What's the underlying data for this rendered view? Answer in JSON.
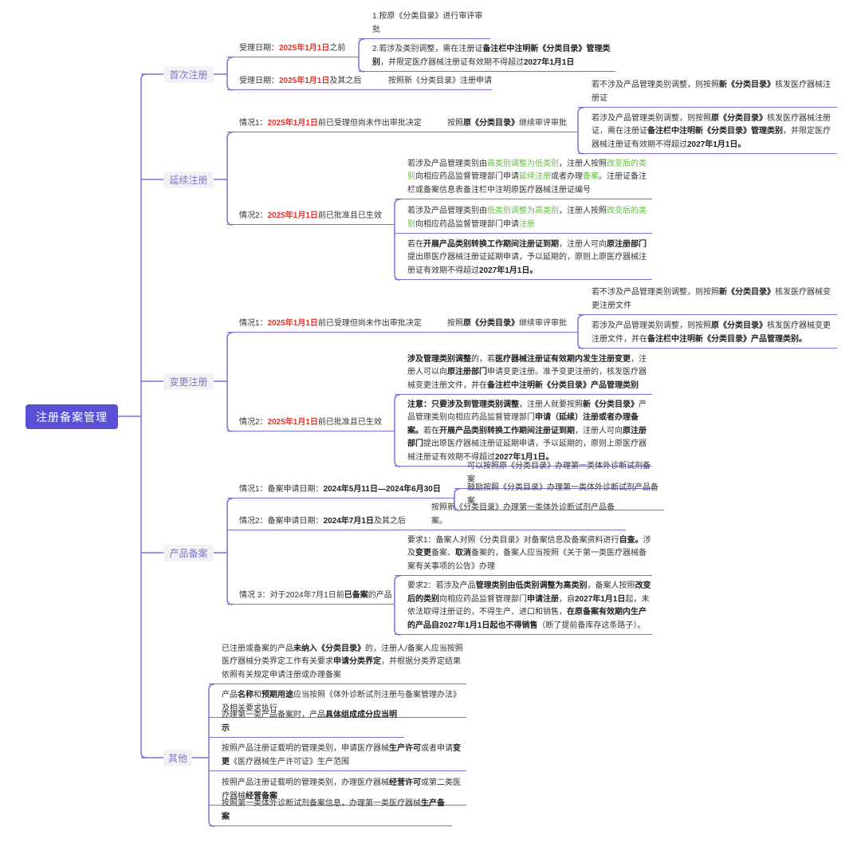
{
  "root": "注册备案管理",
  "branches": [
    {
      "label": "首次注册"
    },
    {
      "label": "延续注册"
    },
    {
      "label": "变更注册"
    },
    {
      "label": "产品备案"
    },
    {
      "label": "其他"
    }
  ],
  "colors": {
    "line": "#7a70d9",
    "root": "#5a50d6",
    "red": "#e5332a",
    "green": "#5fbd3c"
  },
  "nodes": {
    "a1": [
      [
        "受理日期：",
        ""
      ],
      [
        "2025年1月1日",
        "r"
      ],
      [
        "之前",
        ""
      ]
    ],
    "a1a": [
      [
        "1.按原《分类目录》进行审评审批",
        ""
      ]
    ],
    "a1b": [
      [
        "2.若涉及类别调整，需在注册证",
        ""
      ],
      [
        "备注栏中注明新《分类目录》管理类别",
        "b"
      ],
      [
        "，并限定医疗器械注册证有效期不得超过",
        ""
      ],
      [
        "2027年1月1日",
        "b"
      ]
    ],
    "a2": [
      [
        "受理日期：",
        ""
      ],
      [
        "2025年1月1日",
        "r"
      ],
      [
        "及其之后",
        ""
      ]
    ],
    "a2a": [
      [
        "按照新《分类目录》注册申请",
        ""
      ]
    ],
    "b1": [
      [
        "情况1：",
        ""
      ],
      [
        "2025年1月1日",
        "r"
      ],
      [
        "前已受理但尚未作出审批决定",
        ""
      ]
    ],
    "b1a": [
      [
        "按照",
        ""
      ],
      [
        "原《分类目录》",
        "b"
      ],
      [
        "继续审评审批",
        ""
      ]
    ],
    "b1a1": [
      [
        "若不涉及产品管理类别调整，则按照",
        ""
      ],
      [
        "新《分类目录》",
        "b"
      ],
      [
        "核发医疗器械注册证",
        ""
      ]
    ],
    "b1a2": [
      [
        "若涉及产品管理类别调整，则按照",
        ""
      ],
      [
        "原《分类目录》",
        "b"
      ],
      [
        "核发医疗器械注册证，需在注册证",
        ""
      ],
      [
        "备注栏中注明新《分类目录》管理类别",
        "b"
      ],
      [
        "，并限定医疗器械注册证有效期不得超过",
        ""
      ],
      [
        "2027年1月1日。",
        "b"
      ]
    ],
    "b2": [
      [
        "情况2：",
        ""
      ],
      [
        "2025年1月1日",
        "r"
      ],
      [
        "前已批准且已生效",
        ""
      ]
    ],
    "b21": [
      [
        "若涉及产品管理类别由",
        ""
      ],
      [
        "高类别调整为低类别",
        "g"
      ],
      [
        "，注册人按照",
        ""
      ],
      [
        "改变后的类别",
        "g"
      ],
      [
        "向相应药品监督管理部门申请",
        ""
      ],
      [
        "延续注册",
        "g"
      ],
      [
        "或者办理",
        ""
      ],
      [
        "备案",
        "g"
      ],
      [
        "。注册证备注栏或备案信息表备注栏中注明原医疗器械注册证编号",
        ""
      ]
    ],
    "b22": [
      [
        "若涉及产品管理类别由",
        ""
      ],
      [
        "低类别调整为高类别",
        "g"
      ],
      [
        "，注册人按照",
        ""
      ],
      [
        "改变后的类别",
        "g"
      ],
      [
        "向相应药品监督管理部门申请",
        ""
      ],
      [
        "注册",
        "g"
      ]
    ],
    "b23": [
      [
        "若在",
        ""
      ],
      [
        "开展产品类别转换工作期间注册证到期",
        "b"
      ],
      [
        "，注册人可向",
        ""
      ],
      [
        "原注册部门",
        "b"
      ],
      [
        "提出原医疗器械注册证延期申请，予以延期的，原则上原医疗器械注册证有效期不得超过",
        ""
      ],
      [
        "2027年1月1日。",
        "b"
      ]
    ],
    "c1": [
      [
        "情况1：",
        ""
      ],
      [
        "2025年1月1日",
        "r"
      ],
      [
        "前已受理但尚未作出审批决定",
        ""
      ]
    ],
    "c1a": [
      [
        "按照",
        ""
      ],
      [
        "原《分类目录》",
        "b"
      ],
      [
        "继续审评审批",
        ""
      ]
    ],
    "c1a1": [
      [
        "若不涉及产品管理类别调整，则按照",
        ""
      ],
      [
        "新《分类目录》",
        "b"
      ],
      [
        "核发医疗器械变更注册文件",
        ""
      ]
    ],
    "c1a2": [
      [
        "若涉及产品管理类别调整，则按照",
        ""
      ],
      [
        "原《分类目录》",
        "b"
      ],
      [
        "核发医疗器械变更注册文件，并在",
        ""
      ],
      [
        "备注栏中注明新《分类目录》产品管理类别。",
        "b"
      ]
    ],
    "c2": [
      [
        "情况2：",
        ""
      ],
      [
        "2025年1月1日",
        "r"
      ],
      [
        "前已批准且已生效",
        ""
      ]
    ],
    "c21": [
      [
        "涉及管理类别调整",
        "b"
      ],
      [
        "的，若",
        ""
      ],
      [
        "医疗器械注册证有效期内发生注册变更",
        "b"
      ],
      [
        "，注册人可以向",
        ""
      ],
      [
        "原注册部门",
        "b"
      ],
      [
        "申请变更注册。准予变更注册的，核发医疗器械变更注册文件，并在",
        ""
      ],
      [
        "备注栏中注明新《分类目录》产品管理类别",
        "b"
      ]
    ],
    "c22": [
      [
        "注意：只要涉及到管理类别调整",
        "b"
      ],
      [
        "，注册人就要按照",
        ""
      ],
      [
        "新《分类目录》",
        "b"
      ],
      [
        "产品管理类别向相应药品监督管理部门",
        ""
      ],
      [
        "申请（延续）注册或者办理备案。",
        "b"
      ],
      [
        "若在",
        ""
      ],
      [
        "开展产品类别转换工作期间注册证到期",
        "b"
      ],
      [
        "，注册人可向",
        ""
      ],
      [
        "原注册部门",
        "b"
      ],
      [
        "提出原医疗器械注册证延期申请，予以延期的，原则上原医疗器械注册证有效期不得超过",
        ""
      ],
      [
        "2027年1月1日。",
        "b"
      ]
    ],
    "d1": [
      [
        "情况1：备案申请日期：",
        ""
      ],
      [
        "2024年5月11日—2024年6月30日",
        "b"
      ]
    ],
    "d11": [
      [
        "可以按照原《分类目录》办理第一类体外诊断试剂备案",
        ""
      ]
    ],
    "d12": [
      [
        "鼓励按照《分类目录》办理第一类体外诊断试剂产品备案",
        ""
      ]
    ],
    "d2": [
      [
        "情况2：备案申请日期：",
        ""
      ],
      [
        "2024年7月1日",
        "b"
      ],
      [
        "及其之后",
        ""
      ]
    ],
    "d2a": [
      [
        "按照新《分类目录》办理第一类体外诊断试剂产品备案。",
        ""
      ]
    ],
    "d3": [
      [
        "情况 3：对于2024年7月1日前",
        ""
      ],
      [
        "已备案",
        "b"
      ],
      [
        "的产品",
        ""
      ]
    ],
    "d31": [
      [
        "要求1：备案人对照《分类目录》对备案信息及备案资料进行",
        ""
      ],
      [
        "自查。",
        "b"
      ],
      [
        "涉及",
        ""
      ],
      [
        "变更",
        "b"
      ],
      [
        "备案、",
        ""
      ],
      [
        "取消",
        "b"
      ],
      [
        "备案的，备案人应当按照《关于第一类医疗器械备案有关事项的公告》办理",
        ""
      ]
    ],
    "d32": [
      [
        "要求2：若涉及产品",
        ""
      ],
      [
        "管理类别由低类别调整为高类别",
        "b"
      ],
      [
        "，备案人按照",
        ""
      ],
      [
        "改变后的类别",
        "b"
      ],
      [
        "向相应药品监督管理部门",
        ""
      ],
      [
        "申请注册",
        "b"
      ],
      [
        "，自",
        ""
      ],
      [
        "2027年1月1日",
        "b"
      ],
      [
        "起，未依法取得注册证的，不得生产、进口和销售，",
        ""
      ],
      [
        "在原备案有效期内生产的产品自2027年1月1日起也不得销售",
        "b"
      ],
      [
        "（断了提前备库存这条路子）。",
        ""
      ]
    ],
    "e1": [
      [
        "已注册或备案的产品",
        ""
      ],
      [
        "未纳入《分类目录》",
        "b"
      ],
      [
        "的，注册人/备案人应当按照医疗器械分类界定工作有关要求",
        ""
      ],
      [
        "申请分类界定",
        "b"
      ],
      [
        "，并根据分类界定结果依照有关规定申请注册或办理备案",
        ""
      ]
    ],
    "e2": [
      [
        "产品",
        ""
      ],
      [
        "名称",
        "b"
      ],
      [
        "和",
        ""
      ],
      [
        "预期用途",
        "b"
      ],
      [
        "应当按照《体外诊断试剂注册与备案管理办法》及相关要求执行",
        ""
      ]
    ],
    "e3": [
      [
        "办理第一类产品备案时，产品",
        ""
      ],
      [
        "具体组成成分应当明示",
        "b"
      ]
    ],
    "e4": [
      [
        "按照产品注册证载明的管理类别，申请医疗器械",
        ""
      ],
      [
        "生产许可",
        "b"
      ],
      [
        "或者申请",
        ""
      ],
      [
        "变更",
        "b"
      ],
      [
        "《医疗器械生产许可证》生产范围",
        ""
      ]
    ],
    "e5": [
      [
        "按照产品注册证载明的管理类别，办理医疗器械",
        ""
      ],
      [
        "经营许可",
        "b"
      ],
      [
        "或第二类医疗器械",
        ""
      ],
      [
        "经营备案",
        "b"
      ]
    ],
    "e6": [
      [
        "按照第一类体外诊断试剂备案信息，办理第一类医疗器械",
        ""
      ],
      [
        "生产备案",
        "b"
      ]
    ]
  }
}
